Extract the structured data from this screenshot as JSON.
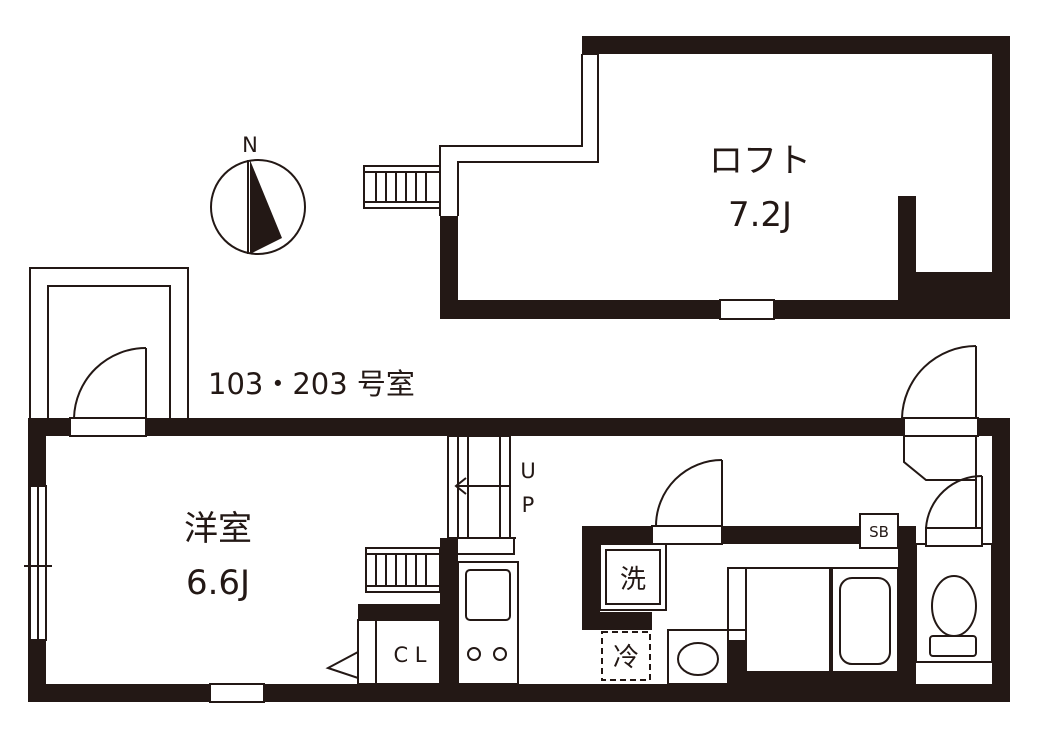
{
  "unit_label": "103・203 号室",
  "compass": {
    "label": "N"
  },
  "loft": {
    "name": "ロフト",
    "size": "7.2J"
  },
  "western_room": {
    "name": "洋室",
    "size": "6.6J"
  },
  "stairs": {
    "label_u": "U",
    "label_p": "P"
  },
  "closet": {
    "label": "C L"
  },
  "shoebox": {
    "label": "SB"
  },
  "washer": {
    "label": "洗"
  },
  "fridge": {
    "label": "冷"
  },
  "colors": {
    "wall": "#231815",
    "background": "#ffffff"
  }
}
